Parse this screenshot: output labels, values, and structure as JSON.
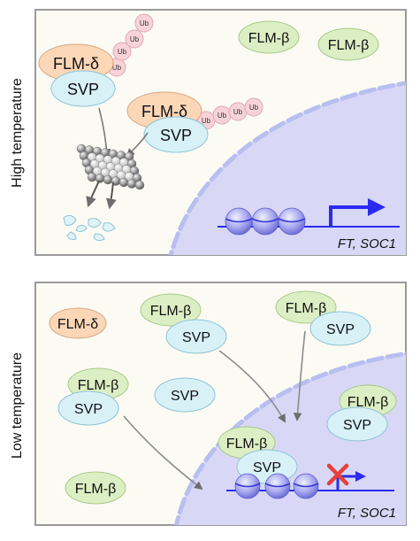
{
  "panels": {
    "top": {
      "side_label": "High temperature",
      "gene_label": "FT, SOC1"
    },
    "bottom": {
      "side_label": "Low temperature",
      "gene_label": "FT, SOC1"
    }
  },
  "proteins": {
    "flm_delta": "FLM-δ",
    "flm_beta": "FLM-β",
    "svp": "SVP",
    "ub": "Ub"
  },
  "colors": {
    "flm_delta_fill": "#fbd7b8",
    "flm_beta_fill": "#dcefc4",
    "svp_fill": "#d8f1f7",
    "ub_fill": "#f7d3d7",
    "nucleus_fill": "#d8d8f6",
    "cytoplasm_fill": "#fbfbf4",
    "panel_border": "#9a9a9a",
    "arrow_color": "#8c8c8c",
    "transcription_arrow": "#2b2bf0",
    "block_cross": "#e6403a"
  },
  "icons": {
    "proteasome": "proteasome-icon",
    "nucleosome": "nucleosome-icon",
    "transcription_start": "transcription-arrow-icon",
    "blocked": "red-x-icon"
  }
}
